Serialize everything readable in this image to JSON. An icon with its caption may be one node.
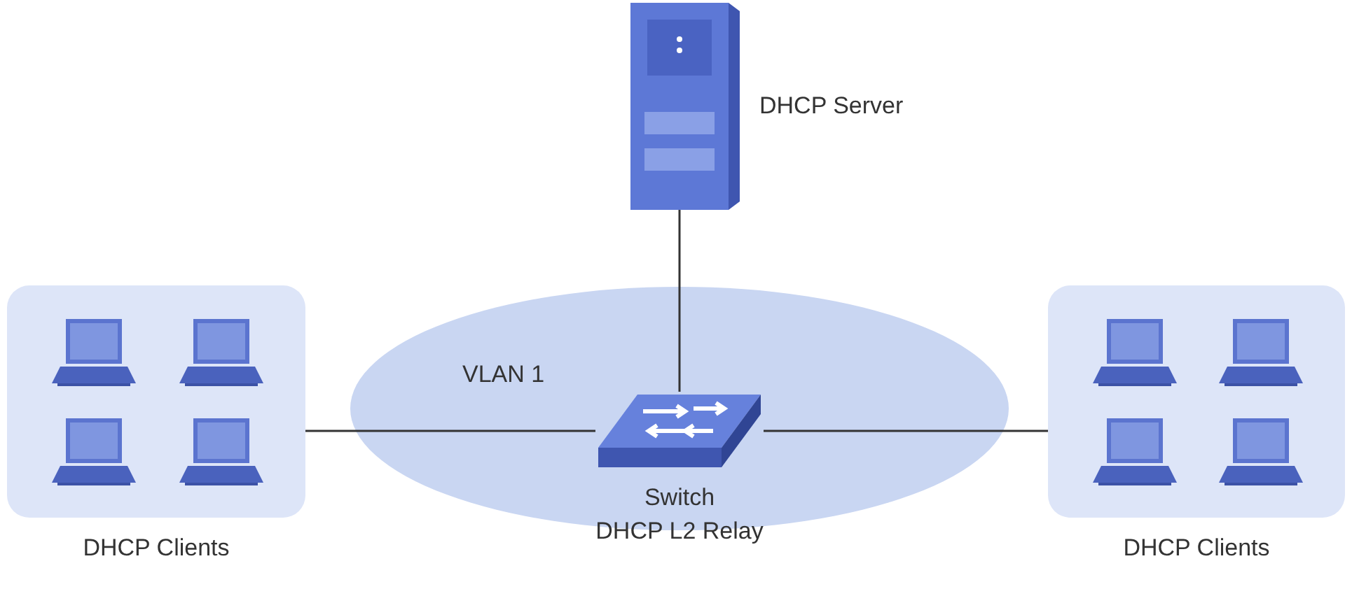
{
  "diagram": {
    "nodes": [
      {
        "text": [],
        "shape": "picture",
        "beside": [
          "DHCP Server"
        ]
      },
      {
        "text": [
          "VLAN 1"
        ]
      },
      {
        "text": [],
        "shape": "picture",
        "in": 1,
        "beside": [
          "Switch",
          "DHCP L2 Relay"
        ]
      },
      {
        "text": [],
        "shape": "box",
        "beside": [
          "DHCP Clients"
        ]
      },
      {
        "text": [],
        "shape": "box",
        "beside": [
          "DHCP Clients"
        ]
      }
    ],
    "edges": [
      {
        "from": 0,
        "to": 2,
        "arrow": "none"
      },
      {
        "from": 3,
        "to": 2,
        "arrow": "none"
      },
      {
        "from": 2,
        "to": 4,
        "arrow": "none"
      }
    ]
  }
}
